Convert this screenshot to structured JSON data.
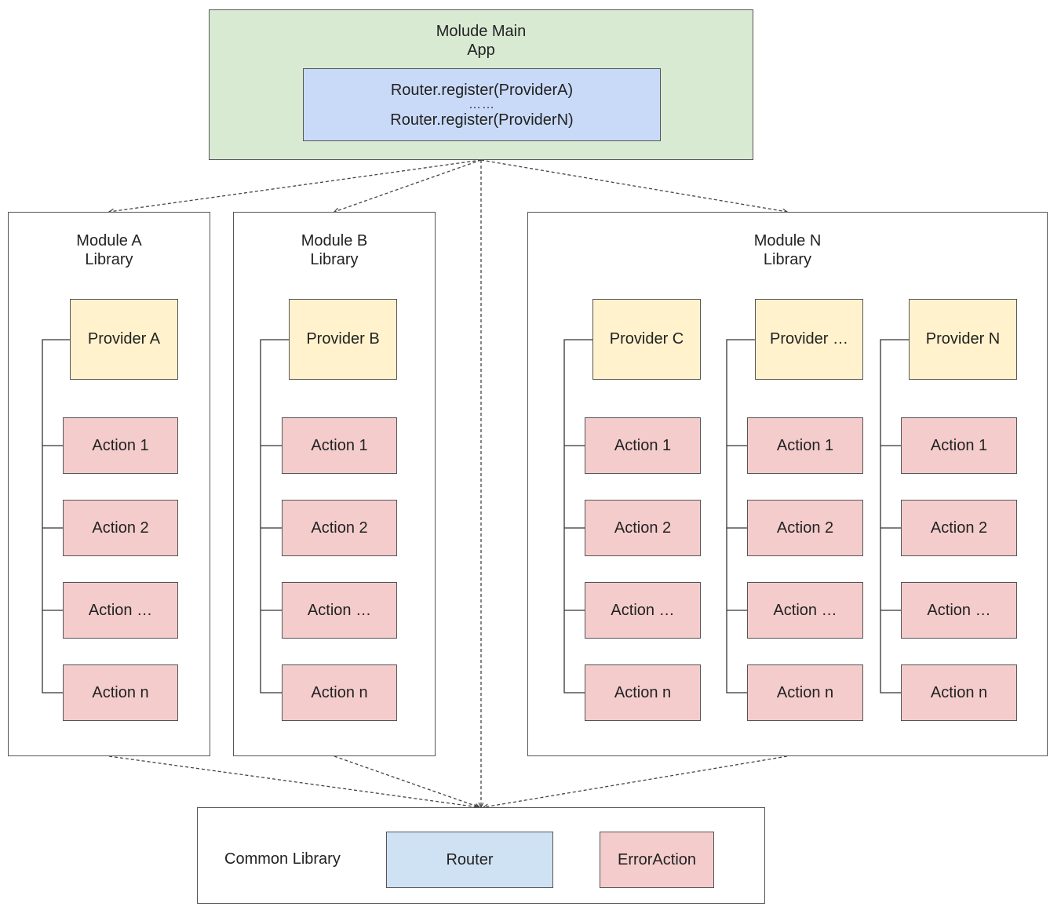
{
  "main_app": {
    "title_line1": "Molude Main",
    "title_line2": "App",
    "register_first": "Router.register(ProviderA)",
    "register_dots": "……",
    "register_last": "Router.register(ProviderN)"
  },
  "modules": [
    {
      "title_line1": "Module A",
      "title_line2": "Library",
      "providers": [
        {
          "label": "Provider A",
          "actions": [
            "Action 1",
            "Action 2",
            "Action …",
            "Action n"
          ]
        }
      ]
    },
    {
      "title_line1": "Module B",
      "title_line2": "Library",
      "providers": [
        {
          "label": "Provider B",
          "actions": [
            "Action 1",
            "Action 2",
            "Action …",
            "Action n"
          ]
        }
      ]
    },
    {
      "title_line1": "Module N",
      "title_line2": "Library",
      "providers": [
        {
          "label": "Provider C",
          "actions": [
            "Action 1",
            "Action 2",
            "Action …",
            "Action n"
          ]
        },
        {
          "label": "Provider …",
          "actions": [
            "Action 1",
            "Action 2",
            "Action …",
            "Action n"
          ]
        },
        {
          "label": "Provider N",
          "actions": [
            "Action 1",
            "Action 2",
            "Action …",
            "Action n"
          ]
        }
      ]
    }
  ],
  "common_library": {
    "label": "Common Library",
    "router": "Router",
    "error_action": "ErrorAction"
  },
  "colors": {
    "app_green": "#d9ead3",
    "register_blue": "#c9daf8",
    "provider_yellow": "#fff2cc",
    "action_pink": "#f4cccc",
    "router_blue": "#cfe2f3"
  }
}
